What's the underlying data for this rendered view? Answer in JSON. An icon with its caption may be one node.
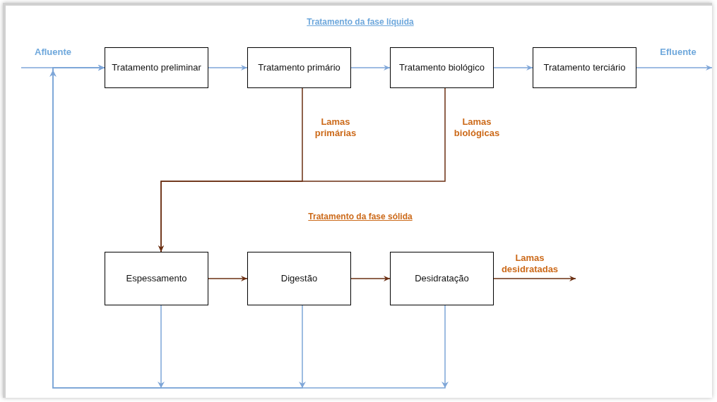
{
  "diagram": {
    "nodes": [
      {
        "text": [
          "Tratamento preliminar"
        ]
      },
      {
        "text": [
          "Tratamento primário"
        ]
      },
      {
        "text": [
          "Tratamento biológico"
        ]
      },
      {
        "text": [
          "Tratamento terciário"
        ]
      },
      {
        "text": [
          "Espessamento"
        ]
      },
      {
        "text": [
          "Digestão"
        ]
      },
      {
        "text": [
          "Desidratação"
        ]
      }
    ],
    "edges": [
      {
        "from": null,
        "to": 0,
        "arrow": "to",
        "label": "Afluente"
      },
      {
        "from": 0,
        "to": 1,
        "arrow": "to"
      },
      {
        "from": 1,
        "to": 2,
        "arrow": "to"
      },
      {
        "from": 2,
        "to": 3,
        "arrow": "to"
      },
      {
        "from": 3,
        "to": null,
        "arrow": "to",
        "label": "Efluente"
      },
      {
        "from": 1,
        "to": 4,
        "arrow": "to",
        "label": "Lamas primárias",
        "color": "#6b2f12"
      },
      {
        "from": 2,
        "to": 4,
        "arrow": "to",
        "label": "Lamas biológicas",
        "color": "#6b2f12"
      },
      {
        "from": 4,
        "to": 5,
        "arrow": "to",
        "color": "#6b2f12"
      },
      {
        "from": 5,
        "to": 6,
        "arrow": "to",
        "color": "#6b2f12"
      },
      {
        "from": 6,
        "to": null,
        "arrow": "to",
        "label": "Lamas desidratadas",
        "color": "#6b2f12"
      },
      {
        "from": 4,
        "to": 0,
        "arrow": "to"
      },
      {
        "from": 5,
        "to": 0,
        "arrow": "to"
      },
      {
        "from": 6,
        "to": 0,
        "arrow": "to"
      }
    ],
    "labels": [
      "Tratamento da fase líquida",
      "Tratamento da fase sólida"
    ]
  }
}
